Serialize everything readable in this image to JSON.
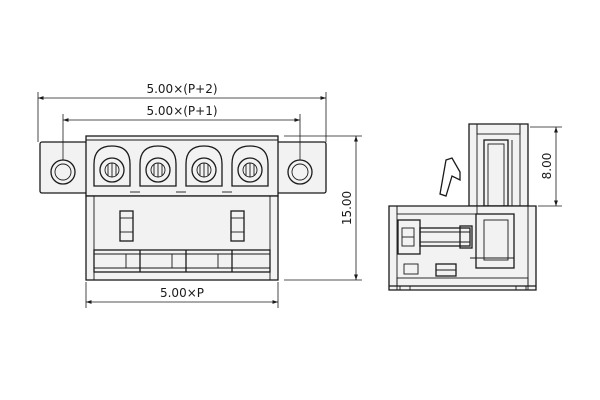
{
  "dimensions": {
    "overall_width": "5.00×(P+2)",
    "hole_spacing": "5.00×(P+1)",
    "body_width": "5.00×P",
    "height": "15.00",
    "side_height": "8.00"
  },
  "colors": {
    "line": "#1a1a1a",
    "body": "#f2f2f2",
    "background": "#ffffff"
  }
}
